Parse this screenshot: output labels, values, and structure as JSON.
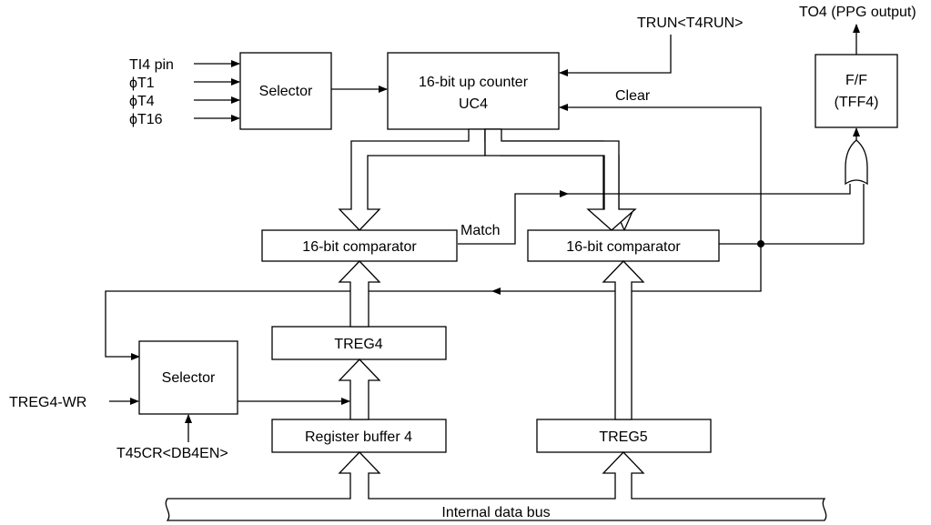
{
  "inputs": {
    "ti4_pin": "TI4 pin",
    "phi_t1": "ϕT1",
    "phi_t4": "ϕT4",
    "phi_t16": "ϕT16",
    "treg4_wr": "TREG4-WR",
    "t45cr_db4en": "T45CR<DB4EN>",
    "trun_t4run": "TRUN<T4RUN>"
  },
  "outputs": {
    "to4_ppg": "TO4 (PPG output)"
  },
  "blocks": {
    "selector_top": "Selector",
    "counter_line1": "16-bit up counter",
    "counter_line2": "UC4",
    "ff_line1": "F/F",
    "ff_line2": "(TFF4)",
    "comparator_left": "16-bit comparator",
    "comparator_right": "16-bit comparator",
    "treg4": "TREG4",
    "selector_bottom": "Selector",
    "register_buffer_4": "Register buffer 4",
    "treg5": "TREG5"
  },
  "signals": {
    "clear": "Clear",
    "match": "Match",
    "internal_data_bus": "Internal data bus"
  }
}
